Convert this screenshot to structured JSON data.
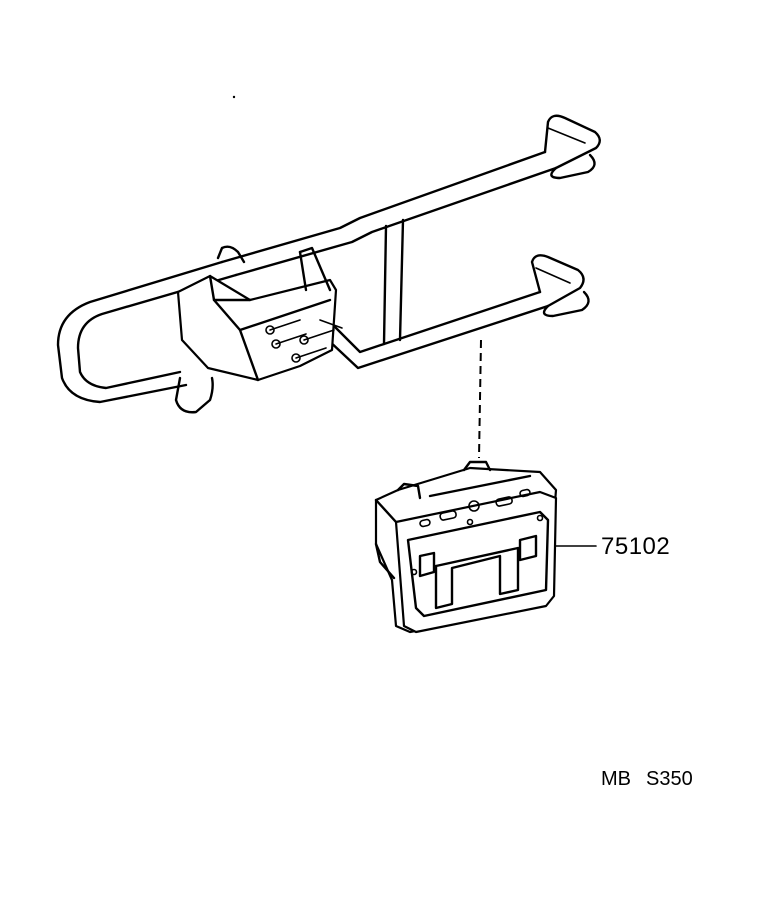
{
  "diagram": {
    "part_number_label": "75102",
    "code_left": "MB",
    "code_right": "S350"
  }
}
